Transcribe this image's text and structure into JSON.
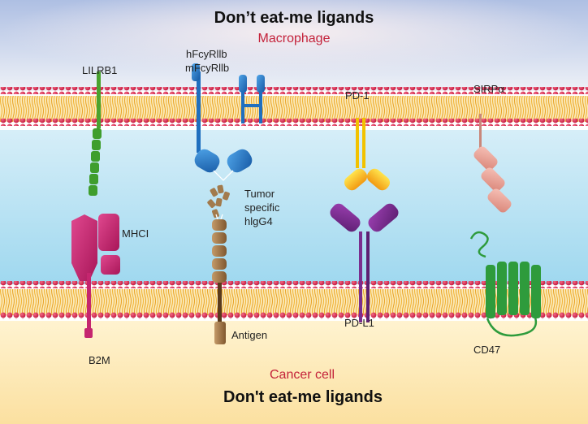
{
  "titles": {
    "top": "Don’t eat-me ligands",
    "top_sub": "Macrophage",
    "bottom_sub": "Cancer cell",
    "bottom": "Don't eat-me ligands"
  },
  "labels": {
    "lilrb1": "LILRB1",
    "hfcy": "hFcyRllb",
    "mfcy": "mFcyRllb",
    "pd1": "PD-1",
    "sirpa": "SIRPα",
    "tumor1": "Tumor",
    "tumor2": "specific",
    "tumor3": "hlgG4",
    "mhci": "MHCI",
    "antigen": "Antigen",
    "pdl1": "PD-L1",
    "b2m": "B2M",
    "cd47": "CD47"
  },
  "colors": {
    "membrane_head": "#d8214a",
    "membrane_tail": "#f2b63a",
    "top_bg": "#b7c7e6",
    "mid_bg": "#bfe3f2",
    "bottom_bg": "#fbe6a6",
    "subtitle": "#c4223a",
    "lilrb1": "#3f9e2d",
    "fcy": "#1f6fbf",
    "pd1": "#f2c200",
    "pdl1": "#7a2e8e",
    "sirpa": "#e8a39a",
    "cd47": "#2e9b3c",
    "mhci": "#c5266f",
    "antibody": "#a27a4c"
  }
}
